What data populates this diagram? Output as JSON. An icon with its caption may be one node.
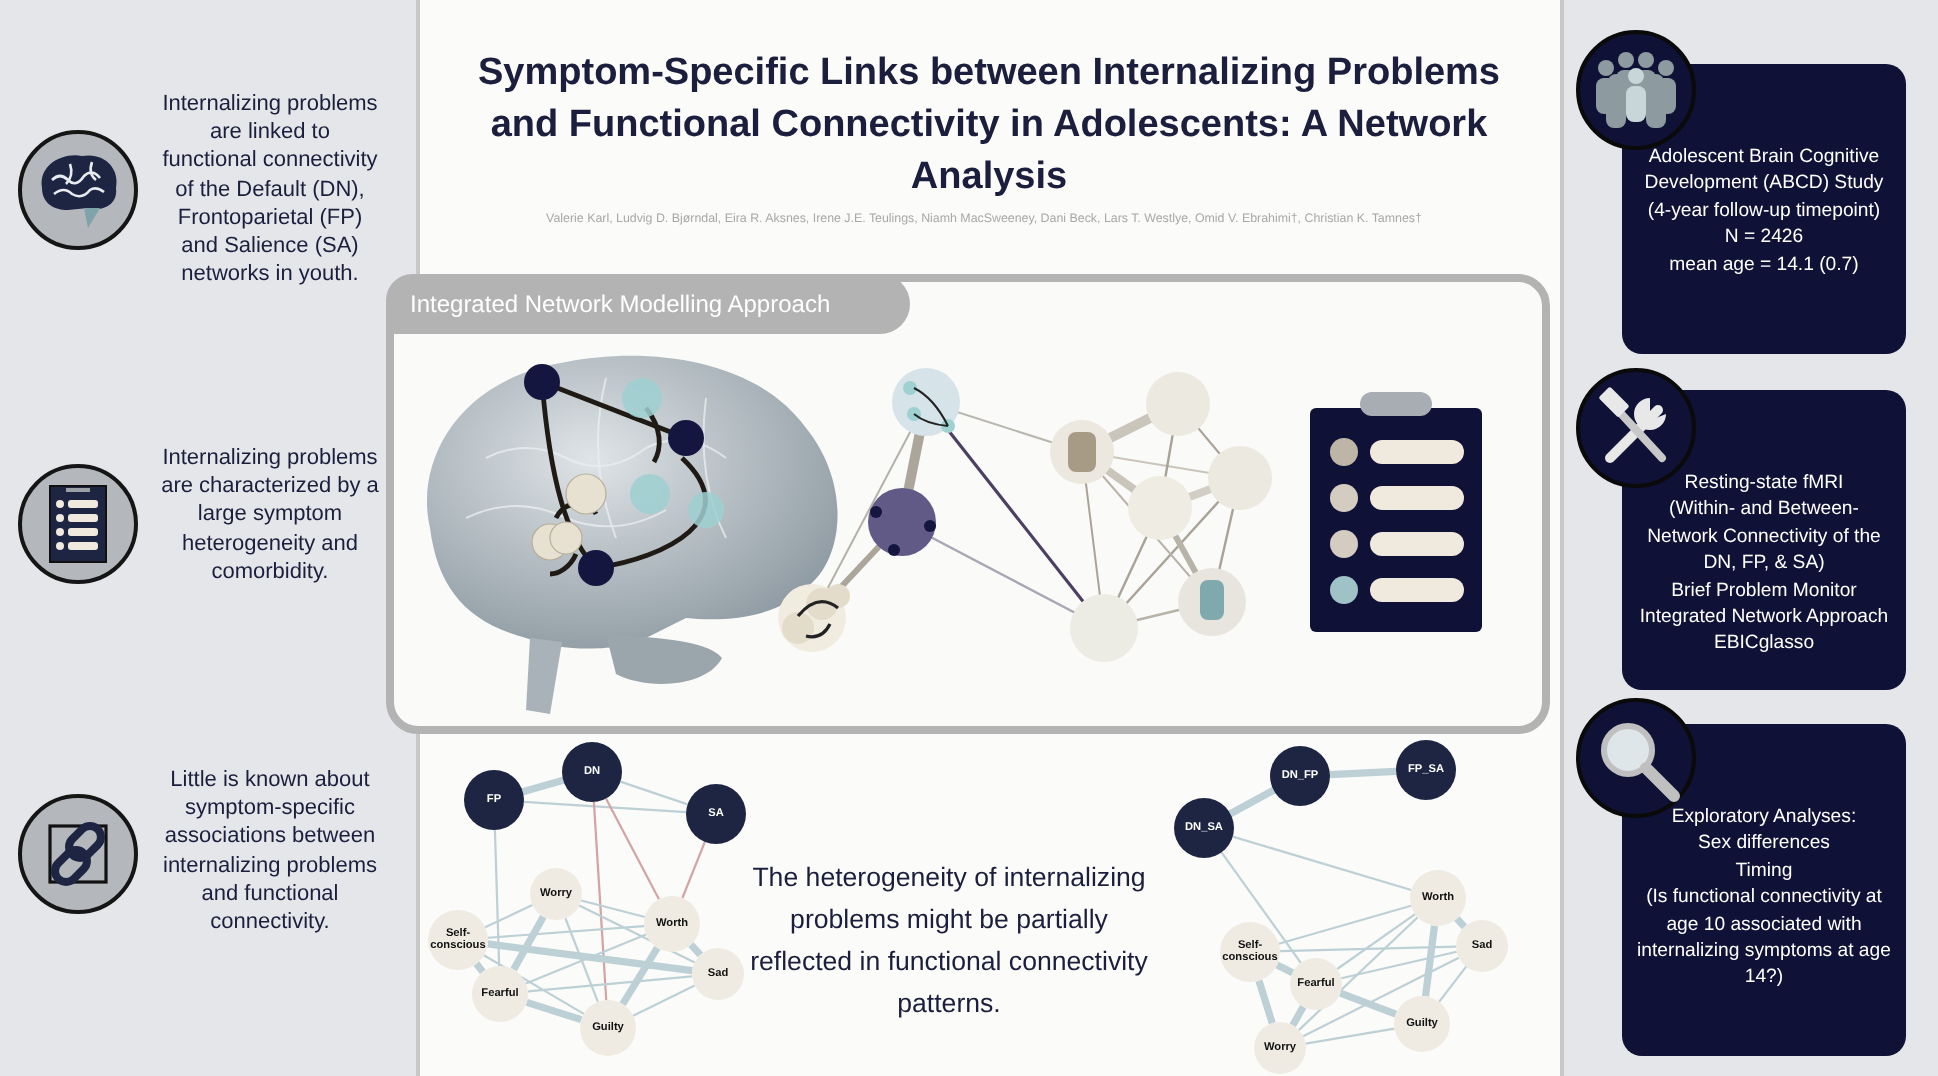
{
  "diagram": {
    "title": "Symptom-Specific Links between Internalizing Problems and Functional Connectivity in Adolescents: A Network Analysis",
    "nodes": [
      {
        "text": [
          "Integrated Network Modelling Approach"
        ]
      },
      {
        "text": [
          "Adolescent Brain Cognitive Development (ABCD) Study",
          "(4-year follow-up timepoint)",
          "N = 2426",
          "mean age = 14.1 (0.7)"
        ]
      },
      {
        "text": [
          "Resting-state fMRI",
          "(Within- and Between-Network Connectivity of the DN, FP, & SA)",
          "Brief Problem Monitor",
          "Integrated Network Approach",
          "EBICglasso"
        ]
      },
      {
        "text": [
          "Exploratory Analyses:",
          "Sex differences",
          "Timing",
          "(Is functional connectivity at age 10 associated with internalizing symptoms at age 14?)"
        ]
      },
      {
        "text": [
          "FP"
        ]
      },
      {
        "text": [
          "DN"
        ]
      },
      {
        "text": [
          "SA"
        ]
      },
      {
        "text": [
          "Self-conscious"
        ]
      },
      {
        "text": [
          "Worry"
        ]
      },
      {
        "text": [
          "Worth"
        ]
      },
      {
        "text": [
          "Sad"
        ]
      },
      {
        "text": [
          "Fearful"
        ]
      },
      {
        "text": [
          "Guilty"
        ]
      },
      {
        "text": [
          "DN_FP"
        ]
      },
      {
        "text": [
          "FP_SA"
        ]
      },
      {
        "text": [
          "DN_SA"
        ]
      },
      {
        "text": [
          "Worth"
        ]
      },
      {
        "text": [
          "Sad"
        ]
      },
      {
        "text": [
          "Self-conscious"
        ]
      },
      {
        "text": [
          "Fearful"
        ]
      },
      {
        "text": [
          "Guilty"
        ]
      },
      {
        "text": [
          "Worry"
        ]
      }
    ],
    "edges": [
      {
        "from": 4,
        "to": 5,
        "arrow": "none",
        "style": "thick"
      },
      {
        "from": 5,
        "to": 6,
        "arrow": "none"
      },
      {
        "from": 4,
        "to": 6,
        "arrow": "none"
      },
      {
        "from": 4,
        "to": 11,
        "arrow": "none"
      },
      {
        "from": 5,
        "to": 12,
        "arrow": "none",
        "color": "#d4a3a3"
      },
      {
        "from": 5,
        "to": 9,
        "arrow": "none",
        "color": "#d4a3a3"
      },
      {
        "from": 6,
        "to": 9,
        "arrow": "none",
        "color": "#d4a3a3"
      },
      {
        "from": 7,
        "to": 8,
        "arrow": "none"
      },
      {
        "from": 7,
        "to": 11,
        "arrow": "none",
        "style": "thick"
      },
      {
        "from": 7,
        "to": 9,
        "arrow": "none"
      },
      {
        "from": 7,
        "to": 10,
        "arrow": "none",
        "style": "thick"
      },
      {
        "from": 7,
        "to": 12,
        "arrow": "none"
      },
      {
        "from": 8,
        "to": 11,
        "arrow": "none",
        "style": "thick"
      },
      {
        "from": 8,
        "to": 9,
        "arrow": "none"
      },
      {
        "from": 8,
        "to": 10,
        "arrow": "none"
      },
      {
        "from": 8,
        "to": 12,
        "arrow": "none"
      },
      {
        "from": 11,
        "to": 12,
        "arrow": "none",
        "style": "thick"
      },
      {
        "from": 11,
        "to": 9,
        "arrow": "none"
      },
      {
        "from": 11,
        "to": 10,
        "arrow": "none"
      },
      {
        "from": 9,
        "to": 10,
        "arrow": "none",
        "style": "thick"
      },
      {
        "from": 9,
        "to": 12,
        "arrow": "none",
        "style": "thick"
      },
      {
        "from": 10,
        "to": 12,
        "arrow": "none"
      },
      {
        "from": 13,
        "to": 14,
        "arrow": "none",
        "style": "thick"
      },
      {
        "from": 13,
        "to": 15,
        "arrow": "none",
        "style": "thick"
      },
      {
        "from": 15,
        "to": 16,
        "arrow": "none"
      },
      {
        "from": 15,
        "to": 19,
        "arrow": "none"
      },
      {
        "from": 18,
        "to": 16,
        "arrow": "none"
      },
      {
        "from": 18,
        "to": 17,
        "arrow": "none"
      },
      {
        "from": 18,
        "to": 19,
        "arrow": "none",
        "style": "thick"
      },
      {
        "from": 18,
        "to": 21,
        "arrow": "none",
        "style": "thick"
      },
      {
        "from": 19,
        "to": 21,
        "arrow": "none",
        "style": "thick"
      },
      {
        "from": 19,
        "to": 20,
        "arrow": "none",
        "style": "thick"
      },
      {
        "from": 19,
        "to": 17,
        "arrow": "none"
      },
      {
        "from": 19,
        "to": 16,
        "arrow": "none"
      },
      {
        "from": 16,
        "to": 17,
        "arrow": "none",
        "style": "thick"
      },
      {
        "from": 16,
        "to": 20,
        "arrow": "none",
        "style": "thick"
      },
      {
        "from": 16,
        "to": 21,
        "arrow": "none"
      },
      {
        "from": 17,
        "to": 20,
        "arrow": "none"
      },
      {
        "from": 17,
        "to": 21,
        "arrow": "none"
      },
      {
        "from": 20,
        "to": 21,
        "arrow": "none"
      }
    ],
    "labels": [
      "Valerie Karl, Ludvig D. Bjørndal, Eira R. Aksnes, Irene J.E. Teulings, Niamh MacSweeney, Dani Beck, Lars T. Westlye, Omid V. Ebrahimi†, Christian K. Tamnes†",
      "Internalizing problems are linked to functional connectivity of the Default (DN), Frontoparietal (FP) and Salience (SA) networks in youth.",
      "Internalizing problems are characterized by a large symptom heterogeneity and comorbidity.",
      "Little is known about symptom-specific associations between internalizing problems and functional connectivity.",
      "The heterogeneity of internalizing problems might be partially reflected in functional connectivity patterns."
    ]
  }
}
